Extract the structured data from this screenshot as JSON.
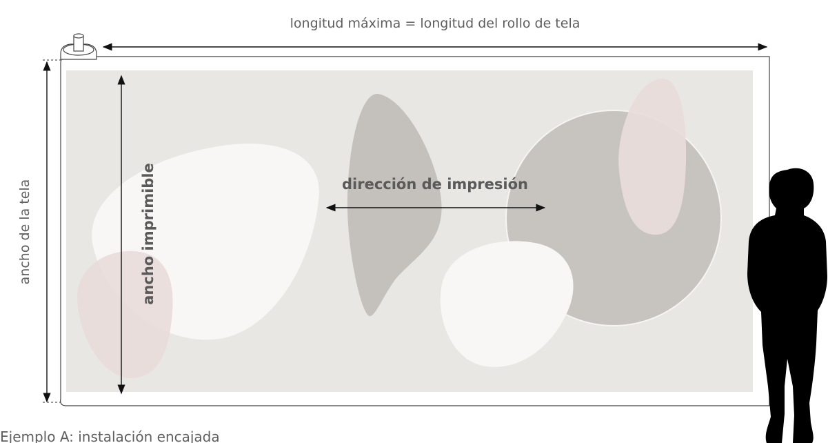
{
  "labels": {
    "max_length": "longitud máxima = longitud del rollo de tela",
    "fabric_width": "ancho de la tela",
    "printable_width": "ancho imprimible",
    "print_direction": "dirección de impresión",
    "caption": "Ejemplo A: instalación encajada"
  },
  "colors": {
    "printable_area": "#e9e7e3",
    "blob_white": "#f8f7f5",
    "blob_gray": "#c4c1bd",
    "blob_pink": "#e8dcdb",
    "text": "#5e5e5e",
    "arrow": "#111111",
    "silhouette": "#000000"
  }
}
